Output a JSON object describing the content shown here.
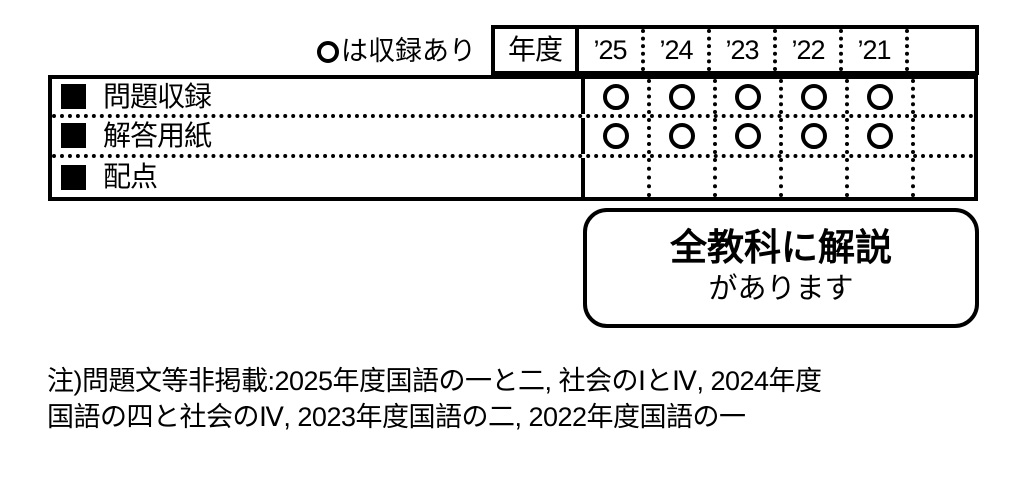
{
  "legend": {
    "icon": "circle-outline-icon",
    "text": "は収録あり"
  },
  "table": {
    "year_header_label": "年度",
    "years": [
      "’25",
      "’24",
      "’23",
      "’22",
      "’21"
    ],
    "blank_column": "",
    "bullet_icon": "filled-square-icon",
    "mark_icon": "circle-outline-icon",
    "rows": [
      {
        "label": "問題収録",
        "marks": [
          "○",
          "○",
          "○",
          "○",
          "○"
        ],
        "extra": ""
      },
      {
        "label": "解答用紙",
        "marks": [
          "○",
          "○",
          "○",
          "○",
          "○"
        ],
        "extra": ""
      },
      {
        "label": "配点",
        "marks": [
          "",
          "",
          "",
          "",
          ""
        ],
        "extra": ""
      }
    ]
  },
  "callout": {
    "line1": "全教科に解説",
    "line2": "があります"
  },
  "footnote": {
    "line1": "注)問題文等非掲載:2025年度国語の一と二, 社会のⅠとⅣ, 2024年度",
    "line2": "国語の四と社会のⅣ, 2023年度国語の二, 2022年度国語の一"
  },
  "colors": {
    "ink": "#000000",
    "paper": "#ffffff"
  }
}
